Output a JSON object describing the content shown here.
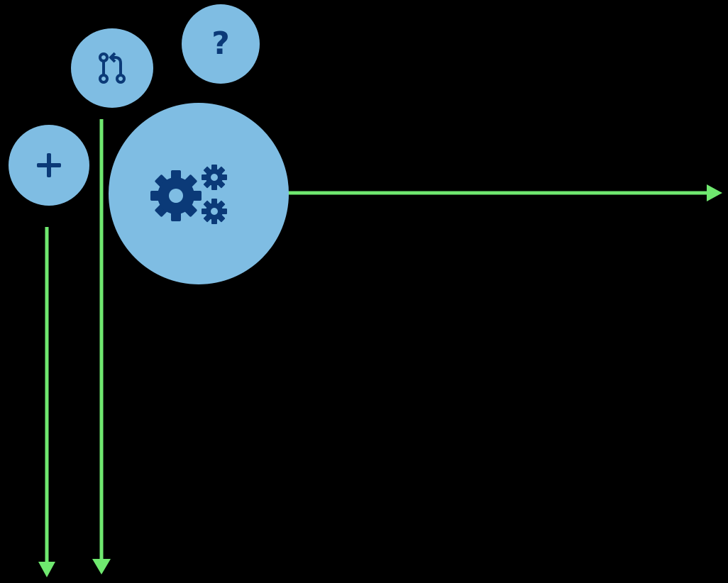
{
  "theme": {
    "background": "#000000",
    "button_fill": "#7fbde3",
    "icon_color": "#0b3a78",
    "arrow_color": "#6fe86f"
  },
  "fab_menu": {
    "main_button": {
      "icon": "gears-icon"
    },
    "items": [
      {
        "id": "add",
        "icon": "plus-icon"
      },
      {
        "id": "merge",
        "icon": "pull-request-icon"
      },
      {
        "id": "help",
        "icon": "question-icon",
        "glyph": "?"
      }
    ]
  },
  "arrows": [
    {
      "id": "settings-right",
      "direction": "right"
    },
    {
      "id": "add-down",
      "direction": "down"
    },
    {
      "id": "merge-down",
      "direction": "down"
    }
  ]
}
